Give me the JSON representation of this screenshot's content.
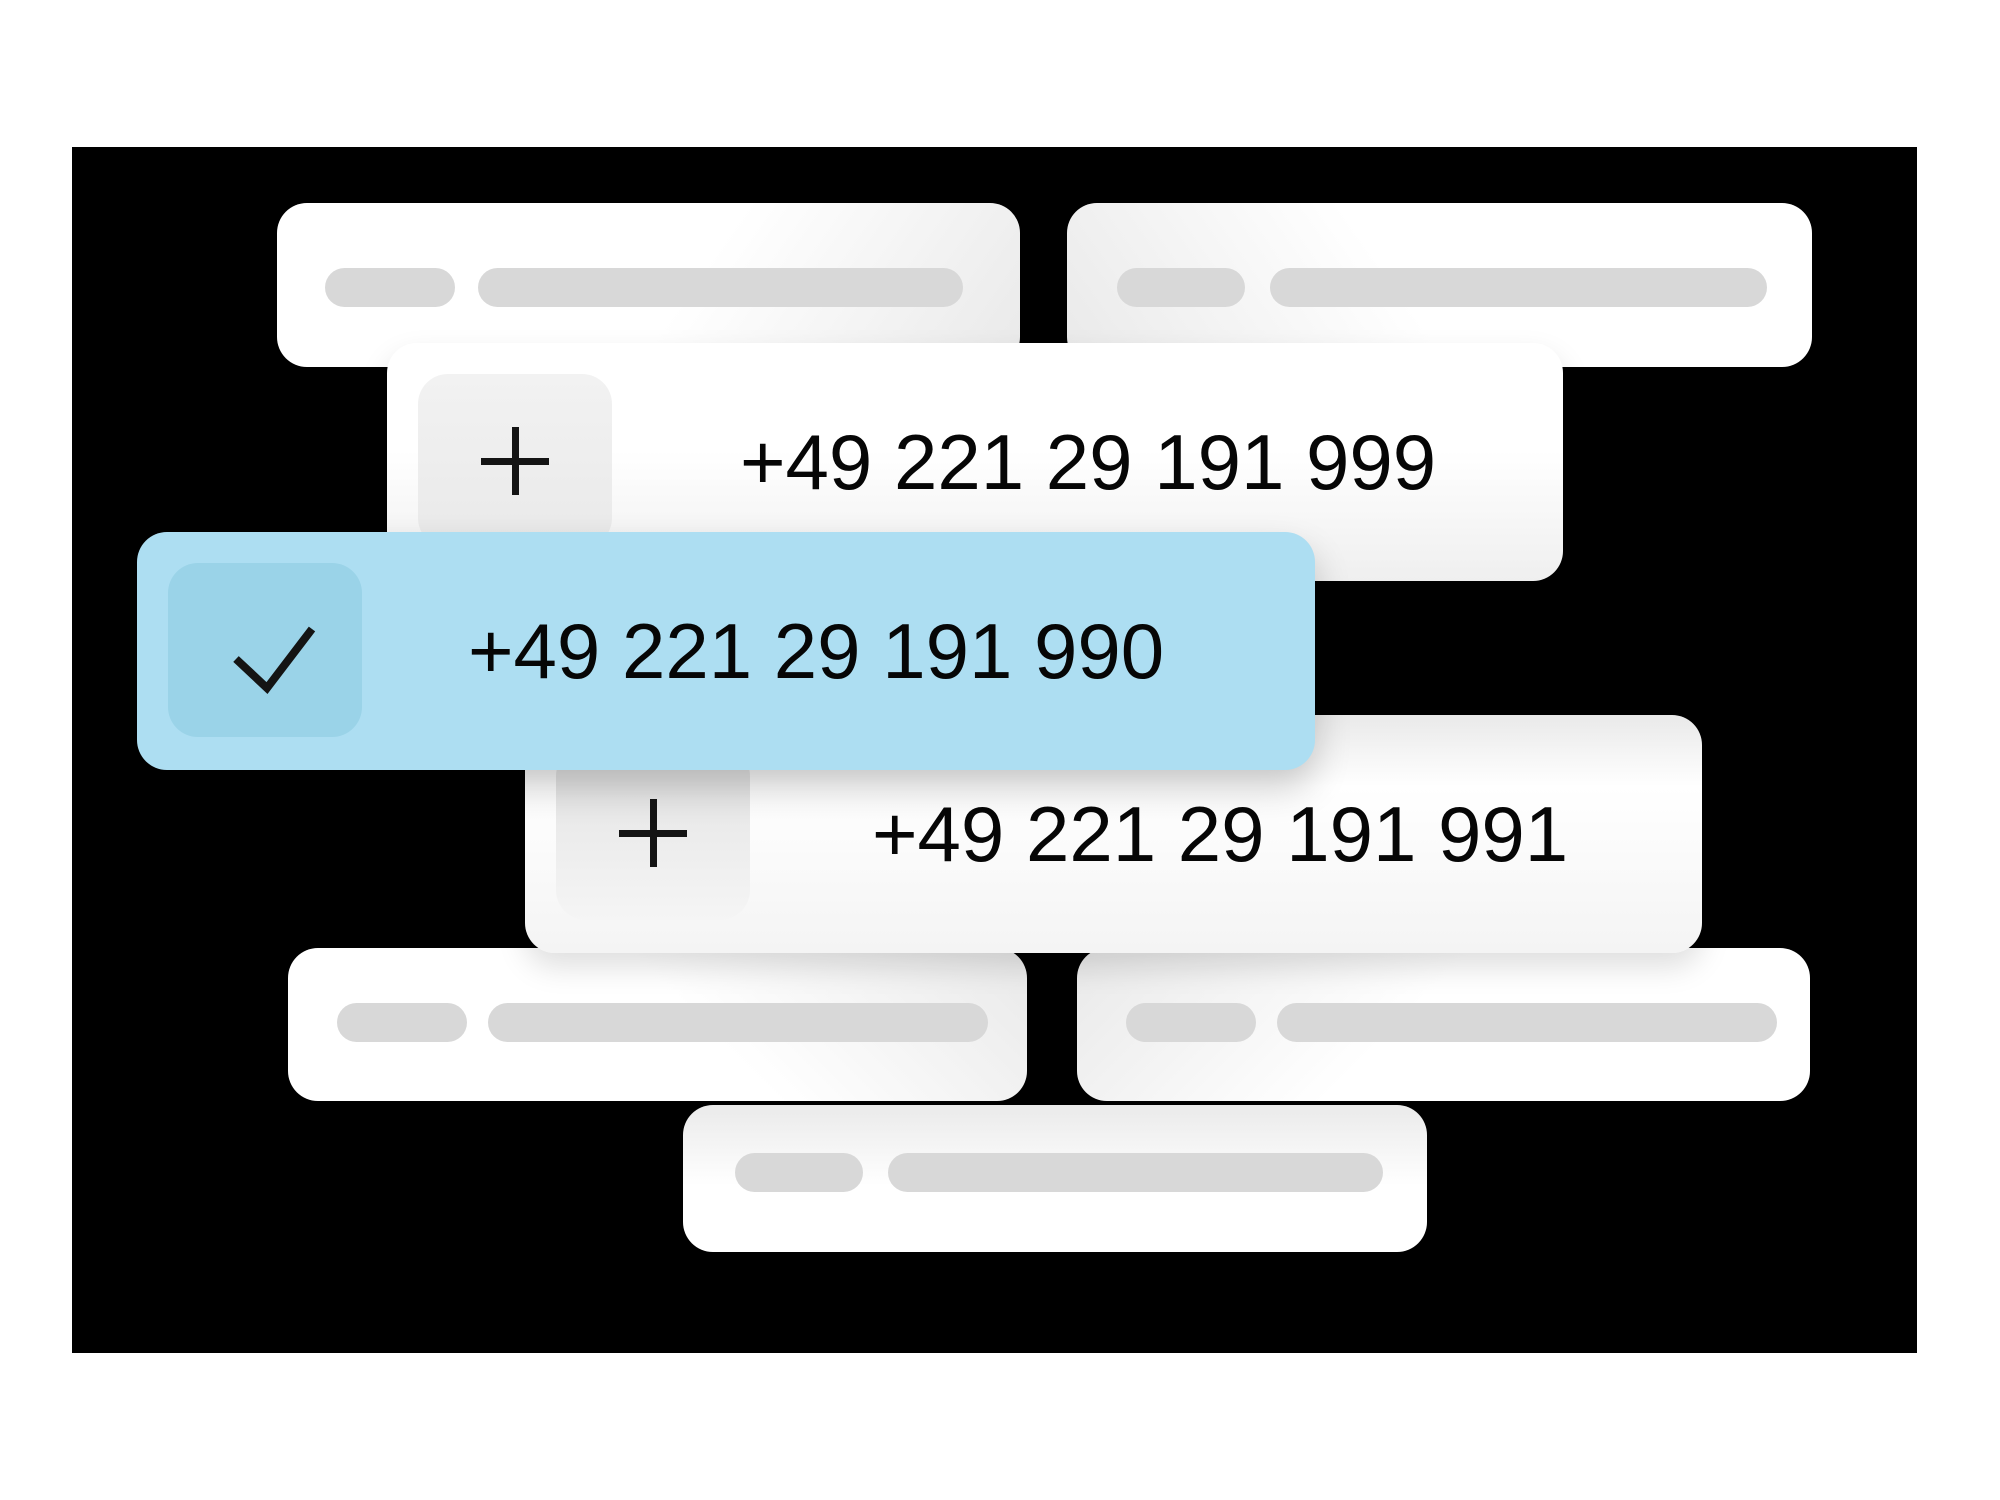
{
  "illustration": {
    "description_colors": {
      "page_background": "#FFFFFF",
      "panel_background": "#000000",
      "selected_row_background": "#ADDEF2",
      "selected_tile_background": "#9AD3E8",
      "plus_tile_background": "#EFEFEF",
      "skeleton_bar_color": "#D8D8D8",
      "text_color": "#060606"
    },
    "phone_rows": [
      {
        "number": "+49 221 29 191 999",
        "icon": "plus-icon",
        "selected": false
      },
      {
        "number": "+49 221 29 191 990",
        "icon": "check-icon",
        "selected": true
      },
      {
        "number": "+49 221 29 191 991",
        "icon": "plus-icon",
        "selected": false
      }
    ]
  }
}
